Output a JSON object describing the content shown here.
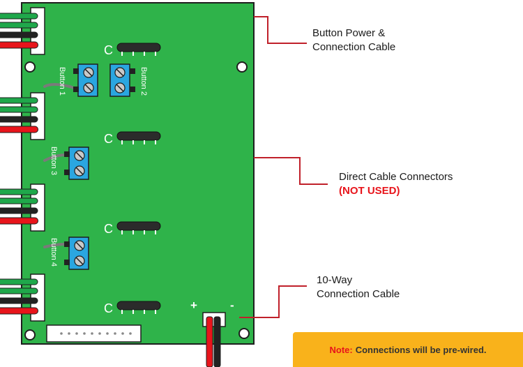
{
  "board_labels": {
    "header_c": "C",
    "button_1": "Button 1",
    "button_2": "Button 2",
    "button_3": "Button 3",
    "button_4": "Button 4",
    "plus": "+",
    "minus": "-"
  },
  "callouts": {
    "button_power": {
      "line1": "Button Power &",
      "line2": "Connection Cable"
    },
    "direct_cable": {
      "line1": "Direct Cable Connectors",
      "line2": "(NOT USED)"
    },
    "ten_way": {
      "line1": "10-Way",
      "line2": "Connection Cable"
    }
  },
  "note": {
    "label": "Note:",
    "text": "Connections will be pre-wired."
  },
  "colors": {
    "board_green": "#2fb34a",
    "board_outline": "#1e1e1e",
    "terminal_blue": "#2aa6e0",
    "leader_red": "#c0202a",
    "wire_green": "#1fa84b",
    "wire_black": "#222222",
    "wire_red": "#e8141b",
    "note_orange": "#f9b21b"
  },
  "icons": [
    "screw-terminal-icon",
    "mounting-hole-icon",
    "wire-bundle-icon",
    "header-pin-icon"
  ]
}
